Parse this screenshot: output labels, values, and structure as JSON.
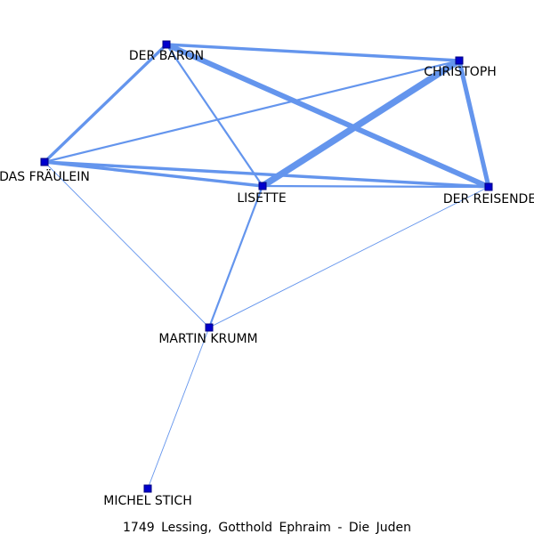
{
  "title": "1749 Lessing, Gotthold Ephraim - Die Juden",
  "colors": {
    "edge": "#6495ed",
    "node_fill": "#0000cd",
    "node_stroke": "#000080",
    "text": "#000000"
  },
  "nodes": [
    {
      "id": "baron",
      "label": "DER BARON"
    },
    {
      "id": "christoph",
      "label": "CHRISTOPH"
    },
    {
      "id": "fraeulein",
      "label": "DAS FRÄULEIN"
    },
    {
      "id": "lisette",
      "label": "LISETTE"
    },
    {
      "id": "reisende",
      "label": "DER REISENDE"
    },
    {
      "id": "krumm",
      "label": "MARTIN KRUMM"
    },
    {
      "id": "stich",
      "label": "MICHEL STICH"
    }
  ],
  "edges": [
    {
      "source": "baron",
      "target": "christoph",
      "weight": 3
    },
    {
      "source": "baron",
      "target": "reisende",
      "weight": 5
    },
    {
      "source": "baron",
      "target": "fraeulein",
      "weight": 3
    },
    {
      "source": "baron",
      "target": "lisette",
      "weight": 2
    },
    {
      "source": "christoph",
      "target": "lisette",
      "weight": 6
    },
    {
      "source": "christoph",
      "target": "reisende",
      "weight": 4
    },
    {
      "source": "christoph",
      "target": "fraeulein",
      "weight": 2
    },
    {
      "source": "fraeulein",
      "target": "lisette",
      "weight": 3
    },
    {
      "source": "fraeulein",
      "target": "reisende",
      "weight": 3
    },
    {
      "source": "fraeulein",
      "target": "krumm",
      "weight": 1
    },
    {
      "source": "lisette",
      "target": "reisende",
      "weight": 2
    },
    {
      "source": "lisette",
      "target": "krumm",
      "weight": 2
    },
    {
      "source": "reisende",
      "target": "krumm",
      "weight": 1
    },
    {
      "source": "krumm",
      "target": "stich",
      "weight": 1
    }
  ]
}
